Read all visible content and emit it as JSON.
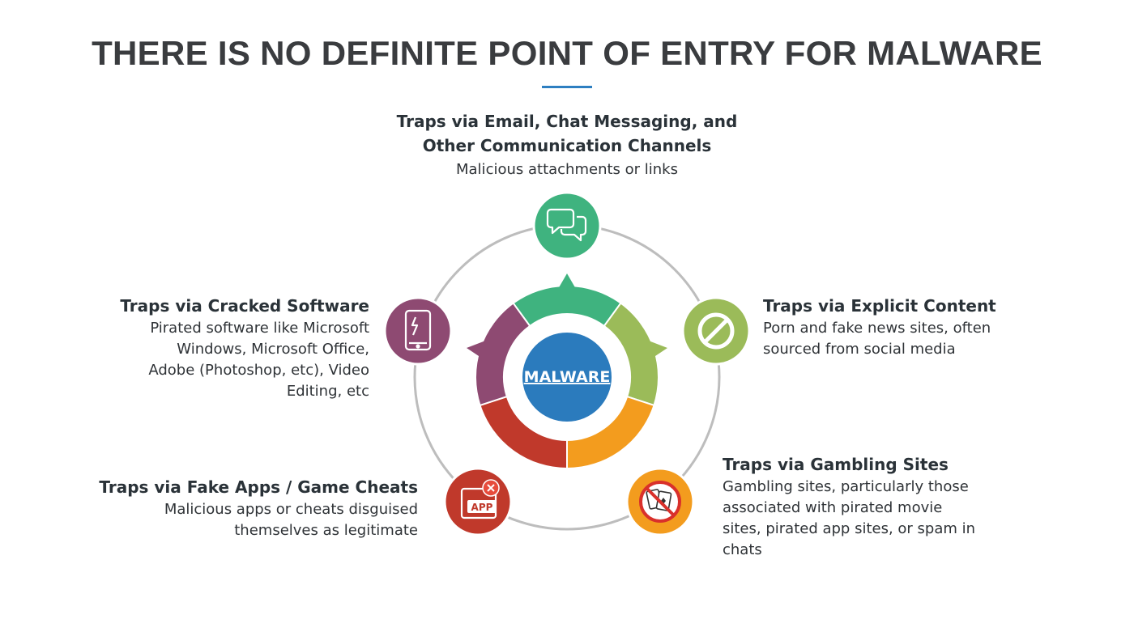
{
  "title": "THERE IS NO DEFINITE POINT OF ENTRY FOR MALWARE",
  "center_label": "MALWARE",
  "colors": {
    "title": "#3a3c3f",
    "accent_rule": "#2e7fc1",
    "center": "#2b7bbd",
    "green": "#3fb37f",
    "lime": "#9bbb59",
    "orange": "#f39c1e",
    "red": "#c0392b",
    "purple": "#8e4a72",
    "ring": "#bdbdbd"
  },
  "entries": [
    {
      "heading_lines": [
        "Traps via Email, Chat Messaging, and",
        "Other Communication Channels"
      ],
      "description_lines": [
        "Malicious attachments or links"
      ],
      "icon": "chat-bubbles-icon"
    },
    {
      "heading_lines": [
        "Traps via Explicit Content"
      ],
      "description_lines": [
        "Porn and fake news sites, often",
        "sourced from social media"
      ],
      "icon": "prohibited-icon"
    },
    {
      "heading_lines": [
        "Traps via Gambling Sites"
      ],
      "description_lines": [
        "Gambling sites, particularly those",
        "associated with pirated movie",
        "sites, pirated app sites, or spam in",
        "chats"
      ],
      "icon": "no-gambling-cards-icon"
    },
    {
      "heading_lines": [
        "Traps via Fake Apps / Game Cheats"
      ],
      "description_lines": [
        "Malicious apps or cheats disguised",
        "themselves as legitimate"
      ],
      "icon": "app-error-icon",
      "icon_text": "APP"
    },
    {
      "heading_lines": [
        "Traps via Cracked Software"
      ],
      "description_lines": [
        "Pirated software like Microsoft",
        "Windows, Microsoft Office,",
        "Adobe (Photoshop, etc), Video",
        "Editing, etc"
      ],
      "icon": "broken-tablet-icon"
    }
  ]
}
